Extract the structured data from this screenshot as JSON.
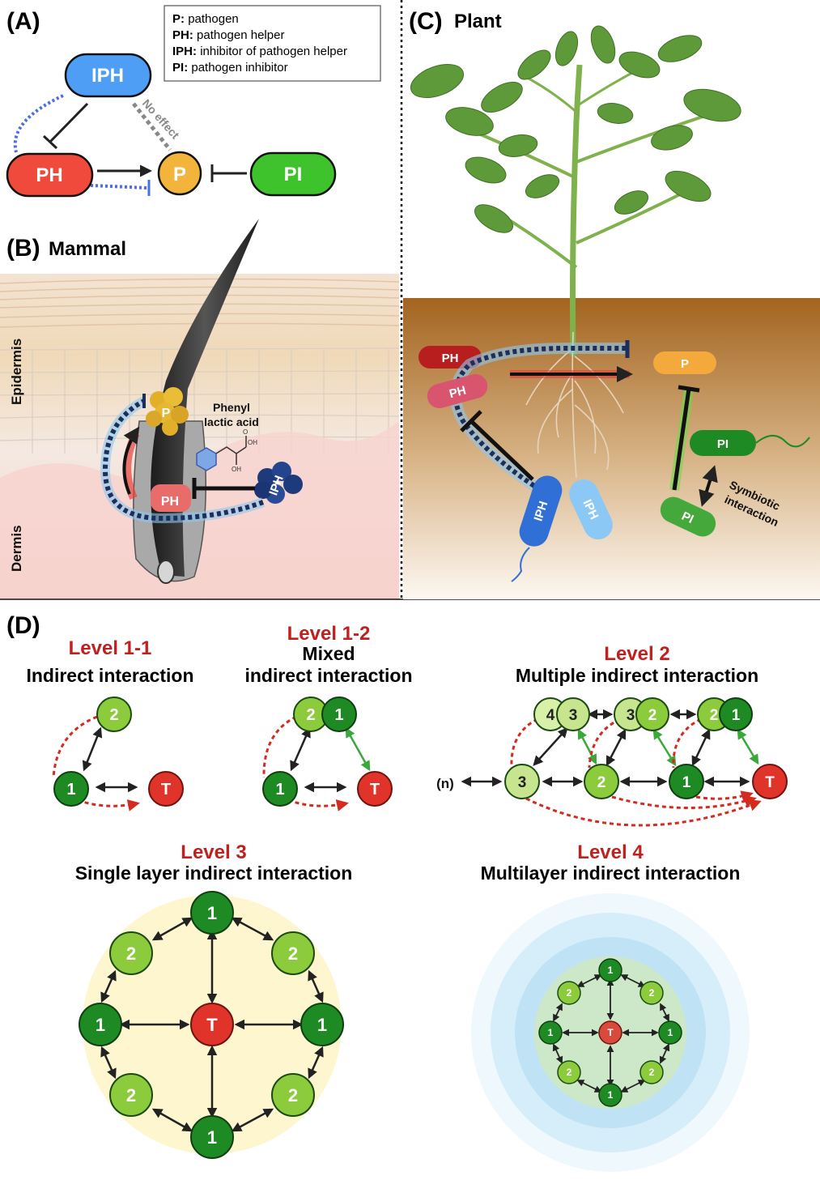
{
  "panels": {
    "a": {
      "letter": "(A)",
      "nodes": {
        "iph": "IPH",
        "ph": "PH",
        "p": "P",
        "pi": "PI"
      },
      "no_effect": "No effect",
      "legend": [
        {
          "abbr": "P",
          "desc": "pathogen"
        },
        {
          "abbr": "PH",
          "desc": "pathogen helper"
        },
        {
          "abbr": "IPH",
          "desc": "inhibitor of pathogen helper"
        },
        {
          "abbr": "PI",
          "desc": "pathogen inhibitor"
        }
      ]
    },
    "b": {
      "letter": "(B)",
      "title": "Mammal",
      "epidermis": "Epidermis",
      "dermis": "Dermis",
      "compound_line1": "Phenyl",
      "compound_line2": "lactic acid",
      "p": "P",
      "ph": "PH",
      "iph": "IPH",
      "mol_oh1": "OH",
      "mol_oh2": "OH",
      "mol_o": "O"
    },
    "c": {
      "letter": "(C)",
      "title": "Plant",
      "ph1": "PH",
      "ph2": "PH",
      "p": "P",
      "pi1": "PI",
      "pi2": "PI",
      "iph1": "IPH",
      "iph2": "IPH",
      "symbiotic_line1": "Symbiotic",
      "symbiotic_line2": "interaction"
    },
    "d": {
      "letter": "(D)",
      "level_1_1": {
        "heading": "Level 1-1",
        "subtitle": "Indirect interaction"
      },
      "level_1_2": {
        "heading": "Level 1-2",
        "subtitle_line1": "Mixed",
        "subtitle_line2": "indirect interaction"
      },
      "level_2": {
        "heading": "Level 2",
        "subtitle": "Multiple indirect interaction",
        "n_label": "(n)"
      },
      "level_3": {
        "heading": "Level 3",
        "subtitle": "Single layer indirect interaction"
      },
      "level_4": {
        "heading": "Level 4",
        "subtitle": "Multilayer indirect interaction"
      },
      "node_labels": {
        "one": "1",
        "two": "2",
        "three": "3",
        "four": "4",
        "target": "T"
      }
    }
  },
  "colors": {
    "iph": "#4f9ef5",
    "ph": "#ef4a3c",
    "p": "#f3b43b",
    "pi": "#3fc32c",
    "dark_green": "#1e8a23",
    "light_green": "#8ccb3c",
    "pale_green": "#d8f0a8",
    "target_red": "#e0332a",
    "level_red": "#c0201e",
    "soil": "#a86a26"
  }
}
